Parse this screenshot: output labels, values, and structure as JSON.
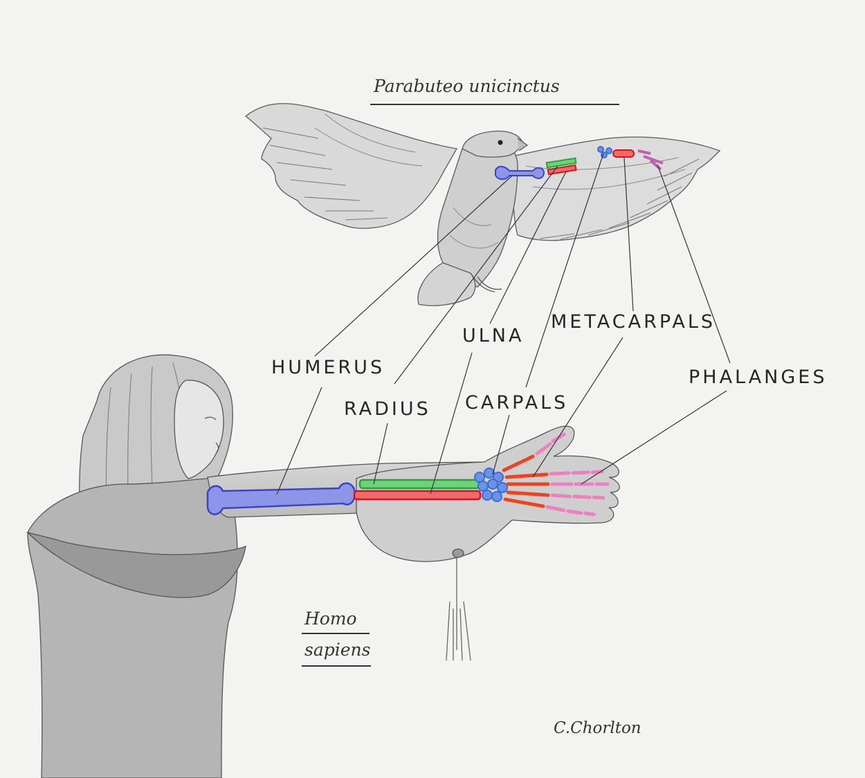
{
  "diagram": {
    "bird_species": "Parabuteo unicinctus",
    "human_species_line1": "Homo",
    "human_species_line2": "sapiens",
    "signature": "C.Chorlton",
    "labels": {
      "humerus": "HUMERUS",
      "radius": "RADIUS",
      "ulna": "ULNA",
      "carpals": "CARPALS",
      "metacarpals": "METACARPALS",
      "phalanges": "PHALANGES"
    },
    "bone_colors": {
      "humerus": "#3a44c8",
      "radius": "#27a338",
      "ulna": "#d6141e",
      "carpals": "#3c6cd6",
      "metacarpals": "#f0421e",
      "phalanges": "#ef80c0"
    }
  }
}
